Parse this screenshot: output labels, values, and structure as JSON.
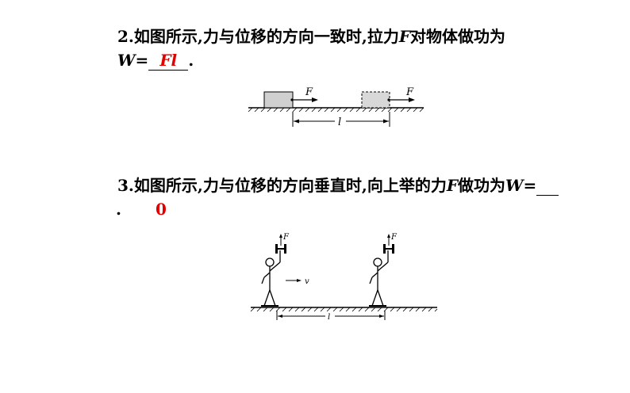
{
  "q2": {
    "number": "2.",
    "text_a": "如图所示,力与位移的方向一致时,拉力",
    "var_f": "F",
    "text_b": "对物体做功为",
    "w_label": "W",
    "equals": "=",
    "answer": "Fl",
    "end": "."
  },
  "fig1": {
    "force_label": "F",
    "distance_label": "l"
  },
  "q3": {
    "number": "3.",
    "text_a": "如图所示,力与位移的方向垂直时,向上举的力",
    "var_f": "F",
    "text_b": "做功为",
    "w_label": "W",
    "equals": "=",
    "end": ".",
    "answer": "0"
  },
  "fig2": {
    "force_label": "F",
    "velocity_label": "v",
    "distance_label": "l"
  }
}
